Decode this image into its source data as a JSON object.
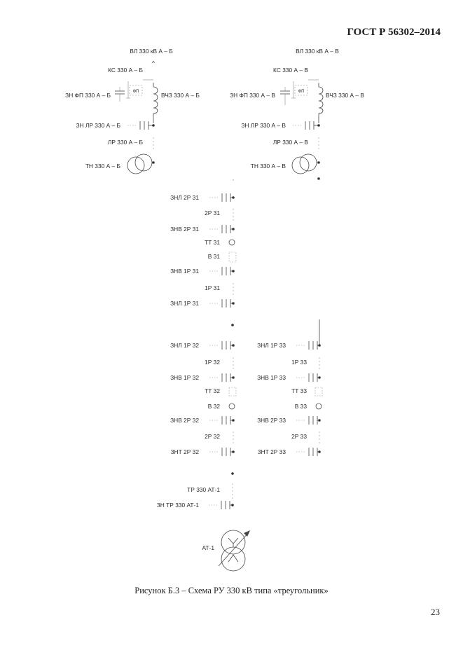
{
  "document": {
    "standard": "ГОСТ Р 56302–2014",
    "caption": "Рисунок Б.3 – Схема РУ 330 кВ  типа «треугольник»",
    "page_number": "23"
  },
  "labels": {
    "vl_ab": "ВЛ 330 кВ А – Б",
    "vl_av": "ВЛ 330 кВ А – В",
    "ks_ab": "КС 330 А – Б",
    "ks_av": "КС 330 А – В",
    "zn_fp_ab": "ЗН ФП 330 А – Б",
    "zn_fp_av": "ЗН ФП 330 А – В",
    "fp": "ФП",
    "vchz_ab": "ВЧЗ 330 А – Б",
    "vchz_av": "ВЧЗ 330 А – В",
    "zn_lr_ab": "ЗН ЛР 330 А – Б",
    "zn_lr_av": "ЗН ЛР 330 А – В",
    "lr_ab": "ЛР 330 А – Б",
    "lr_av": "ЛР 330 А – В",
    "tn_ab": "ТН 330 А – Б",
    "tn_av": "ТН 330 А – В",
    "znl_2r31": "ЗНЛ 2Р 31",
    "r2_31": "2Р 31",
    "znv_2r31": "ЗНВ 2Р 31",
    "tt31": "ТТ 31",
    "v31": "В 31",
    "znv_1r31": "ЗНВ 1Р 31",
    "r1_31": "1Р 31",
    "znl_1r31": "ЗНЛ 1Р 31",
    "znl_1r32": "ЗНЛ 1Р 32",
    "r1_32": "1Р 32",
    "znv_1r32": "ЗНВ 1Р 32",
    "tt32": "ТТ 32",
    "v32": "В 32",
    "znv_2r32": "ЗНВ 2Р 32",
    "r2_32": "2Р 32",
    "znt_2r32": "ЗНТ 2Р 32",
    "znl_1r33": "ЗНЛ 1Р 33",
    "r1_33": "1Р 33",
    "znv_1r33": "ЗНВ 1Р 33",
    "tt33": "ТТ 33",
    "v33": "В 33",
    "znv_2r33": "ЗНВ 2Р 33",
    "r2_33": "2Р 33",
    "znt_2r33": "ЗНТ 2Р 33",
    "tr_at1": "ТР 330 АТ-1",
    "zn_tr_at1": "ЗН ТР 330 АТ-1",
    "at1": "АТ-1"
  }
}
